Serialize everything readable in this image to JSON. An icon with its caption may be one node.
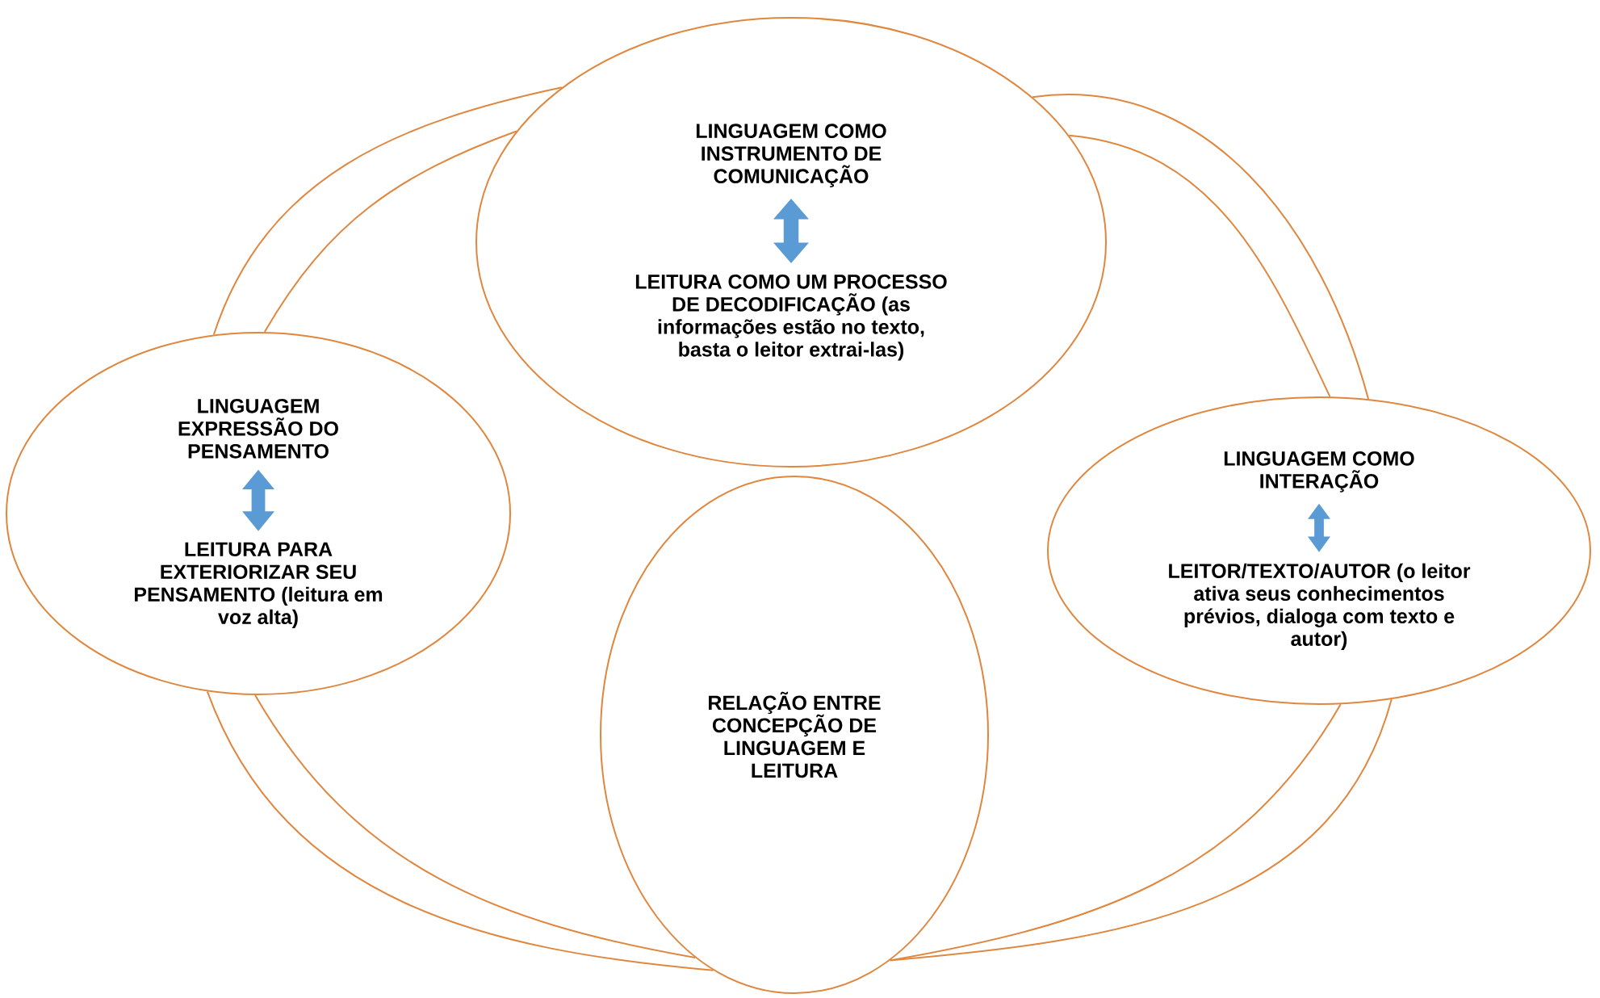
{
  "diagram": {
    "nodes": [
      {
        "text": [
          "LINGUAGEM COMO INSTRUMENTO DE COMUNICAÇÃO",
          "LEITURA COMO UM PROCESSO DE DECODIFICAÇÃO (as informações estão no texto, basta o leitor extrai-las)"
        ]
      },
      {
        "text": [
          "LINGUAGEM EXPRESSÃO DO PENSAMENTO",
          "LEITURA PARA EXTERIORIZAR SEU PENSAMENTO (leitura em voz alta)"
        ]
      },
      {
        "text": [
          "LINGUAGEM COMO INTERAÇÃO",
          "LEITOR/TEXTO/AUTOR (o leitor ativa seus conhecimentos prévios, dialoga com texto e autor)"
        ]
      },
      {
        "text": [
          "RELAÇÃO ENTRE CONCEPÇÃO DE LINGUAGEM E LEITURA"
        ]
      }
    ],
    "edges": [
      {
        "from": 1,
        "to": 0,
        "arrow": "none"
      },
      {
        "from": 1,
        "to": 0,
        "arrow": "none"
      },
      {
        "from": 0,
        "to": 2,
        "arrow": "none"
      },
      {
        "from": 0,
        "to": 2,
        "arrow": "none"
      },
      {
        "from": 2,
        "to": 3,
        "arrow": "none"
      },
      {
        "from": 2,
        "to": 3,
        "arrow": "none"
      },
      {
        "from": 1,
        "to": 3,
        "arrow": "none"
      },
      {
        "from": 1,
        "to": 3,
        "arrow": "none"
      }
    ]
  }
}
